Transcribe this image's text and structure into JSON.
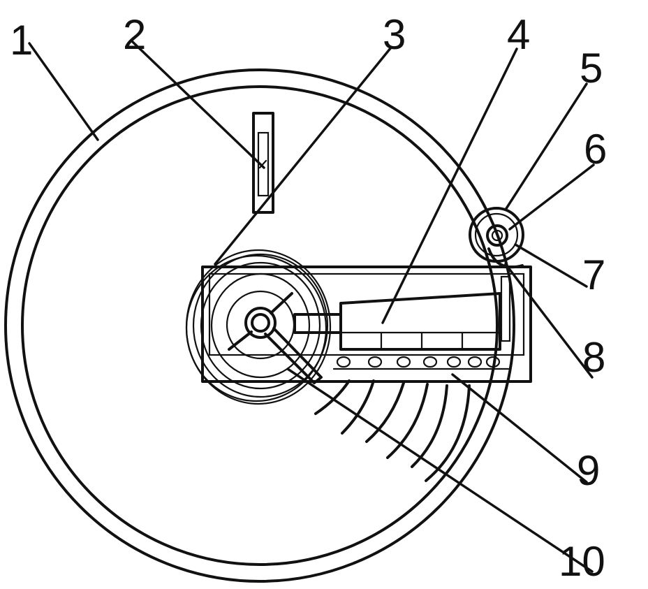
{
  "callouts": [
    {
      "id": "1",
      "text": "1"
    },
    {
      "id": "2",
      "text": "2"
    },
    {
      "id": "3",
      "text": "3"
    },
    {
      "id": "4",
      "text": "4"
    },
    {
      "id": "5",
      "text": "5"
    },
    {
      "id": "6",
      "text": "6"
    },
    {
      "id": "7",
      "text": "7"
    },
    {
      "id": "8",
      "text": "8"
    },
    {
      "id": "9",
      "text": "9"
    },
    {
      "id": "10",
      "text": "10"
    }
  ],
  "stroke_color": "#111111",
  "background_color": "#ffffff"
}
